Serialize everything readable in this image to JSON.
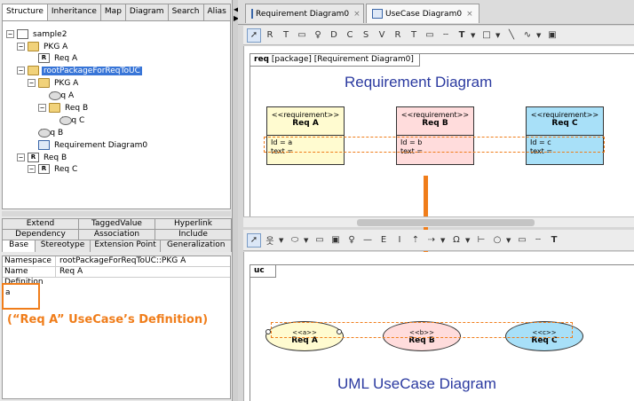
{
  "structure_tabs": [
    "Structure",
    "Inheritance",
    "Map",
    "Diagram",
    "Search",
    "Alias"
  ],
  "tree": [
    {
      "label": "sample2",
      "icon": "model-icon",
      "expander": "−"
    },
    {
      "label": "PKG A",
      "icon": "package-icon",
      "expander": "−"
    },
    {
      "label": "Req A",
      "icon": "requirement-icon"
    },
    {
      "label": "rootPackageForReqToUC",
      "icon": "package-icon",
      "expander": "−",
      "selected": true
    },
    {
      "label": "PKG A",
      "icon": "package-icon",
      "expander": "−"
    },
    {
      "label": "Req A",
      "icon": "usecase-icon"
    },
    {
      "label": "Req B",
      "icon": "package-icon",
      "expander": "−"
    },
    {
      "label": "Req C",
      "icon": "usecase-icon"
    },
    {
      "label": "Req B",
      "icon": "usecase-icon"
    },
    {
      "label": "Requirement Diagram0",
      "icon": "diagram-icon"
    },
    {
      "label": "Req B",
      "icon": "requirement-icon",
      "expander": "−"
    },
    {
      "label": "Req C",
      "icon": "requirement-icon"
    }
  ],
  "property_tabs": {
    "row1": [
      "Extend",
      "TaggedValue",
      "Hyperlink"
    ],
    "row2": [
      "Dependency",
      "Association",
      "Include"
    ],
    "row3": [
      "Base",
      "Stereotype",
      "Extension Point",
      "Generalization"
    ]
  },
  "properties": {
    "namespace_key": "Namespace",
    "namespace_val": "rootPackageForReqToUC::PKG A",
    "name_key": "Name",
    "name_val": "Req A",
    "definition_key": "Definition",
    "definition_val": "a"
  },
  "definition_note": "(“Req A” UseCase’s Definition)",
  "doc_tabs": [
    {
      "label": "Requirement Diagram0",
      "close": "×"
    },
    {
      "label": "UseCase Diagram0",
      "close": "×",
      "active": true
    }
  ],
  "req_diagram": {
    "frame_tag": "req [package] [Requirement Diagram0]",
    "frame_tag_bold": "req",
    "frame_tag_rest": " [package] [Requirement Diagram0]",
    "title": "Requirement Diagram",
    "boxes": [
      {
        "stereotype": "<<requirement>>",
        "name": "Req A",
        "id": "Id = a",
        "text": "text =",
        "color": "#fffbd0"
      },
      {
        "stereotype": "<<requirement>>",
        "name": "Req B",
        "id": "Id = b",
        "text": "text =",
        "color": "#ffdcdc"
      },
      {
        "stereotype": "<<requirement>>",
        "name": "Req C",
        "id": "Id = c",
        "text": "text =",
        "color": "#a8e0f8"
      }
    ]
  },
  "uc_diagram": {
    "frame_tag": "uc",
    "title": "UML UseCase Diagram",
    "usecases": [
      {
        "stereotype": "<<a>>",
        "name": "Req A",
        "color": "#fffbd0"
      },
      {
        "stereotype": "<<b>>",
        "name": "Req B",
        "color": "#ffdcdc"
      },
      {
        "stereotype": "<<c>>",
        "name": "Req C",
        "color": "#a8e0f8"
      }
    ]
  },
  "colors": {
    "highlight": "#f07d1a",
    "title_blue": "#2b3aa0",
    "selection": "#3875d7"
  }
}
